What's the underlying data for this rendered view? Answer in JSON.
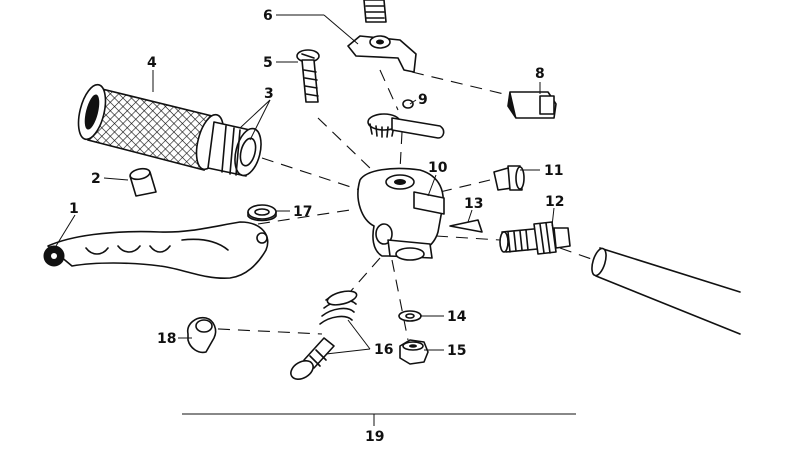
{
  "callouts": [
    {
      "id": "1",
      "label": "1"
    },
    {
      "id": "2",
      "label": "2"
    },
    {
      "id": "3",
      "label": "3"
    },
    {
      "id": "4",
      "label": "4"
    },
    {
      "id": "5",
      "label": "5"
    },
    {
      "id": "6",
      "label": "6"
    },
    {
      "id": "8",
      "label": "8"
    },
    {
      "id": "9",
      "label": "9"
    },
    {
      "id": "10",
      "label": "10"
    },
    {
      "id": "11",
      "label": "11"
    },
    {
      "id": "12",
      "label": "12"
    },
    {
      "id": "13",
      "label": "13"
    },
    {
      "id": "14",
      "label": "14"
    },
    {
      "id": "15",
      "label": "15"
    },
    {
      "id": "16",
      "label": "16"
    },
    {
      "id": "17",
      "label": "17"
    },
    {
      "id": "18",
      "label": "18"
    },
    {
      "id": "19",
      "label": "19"
    }
  ]
}
